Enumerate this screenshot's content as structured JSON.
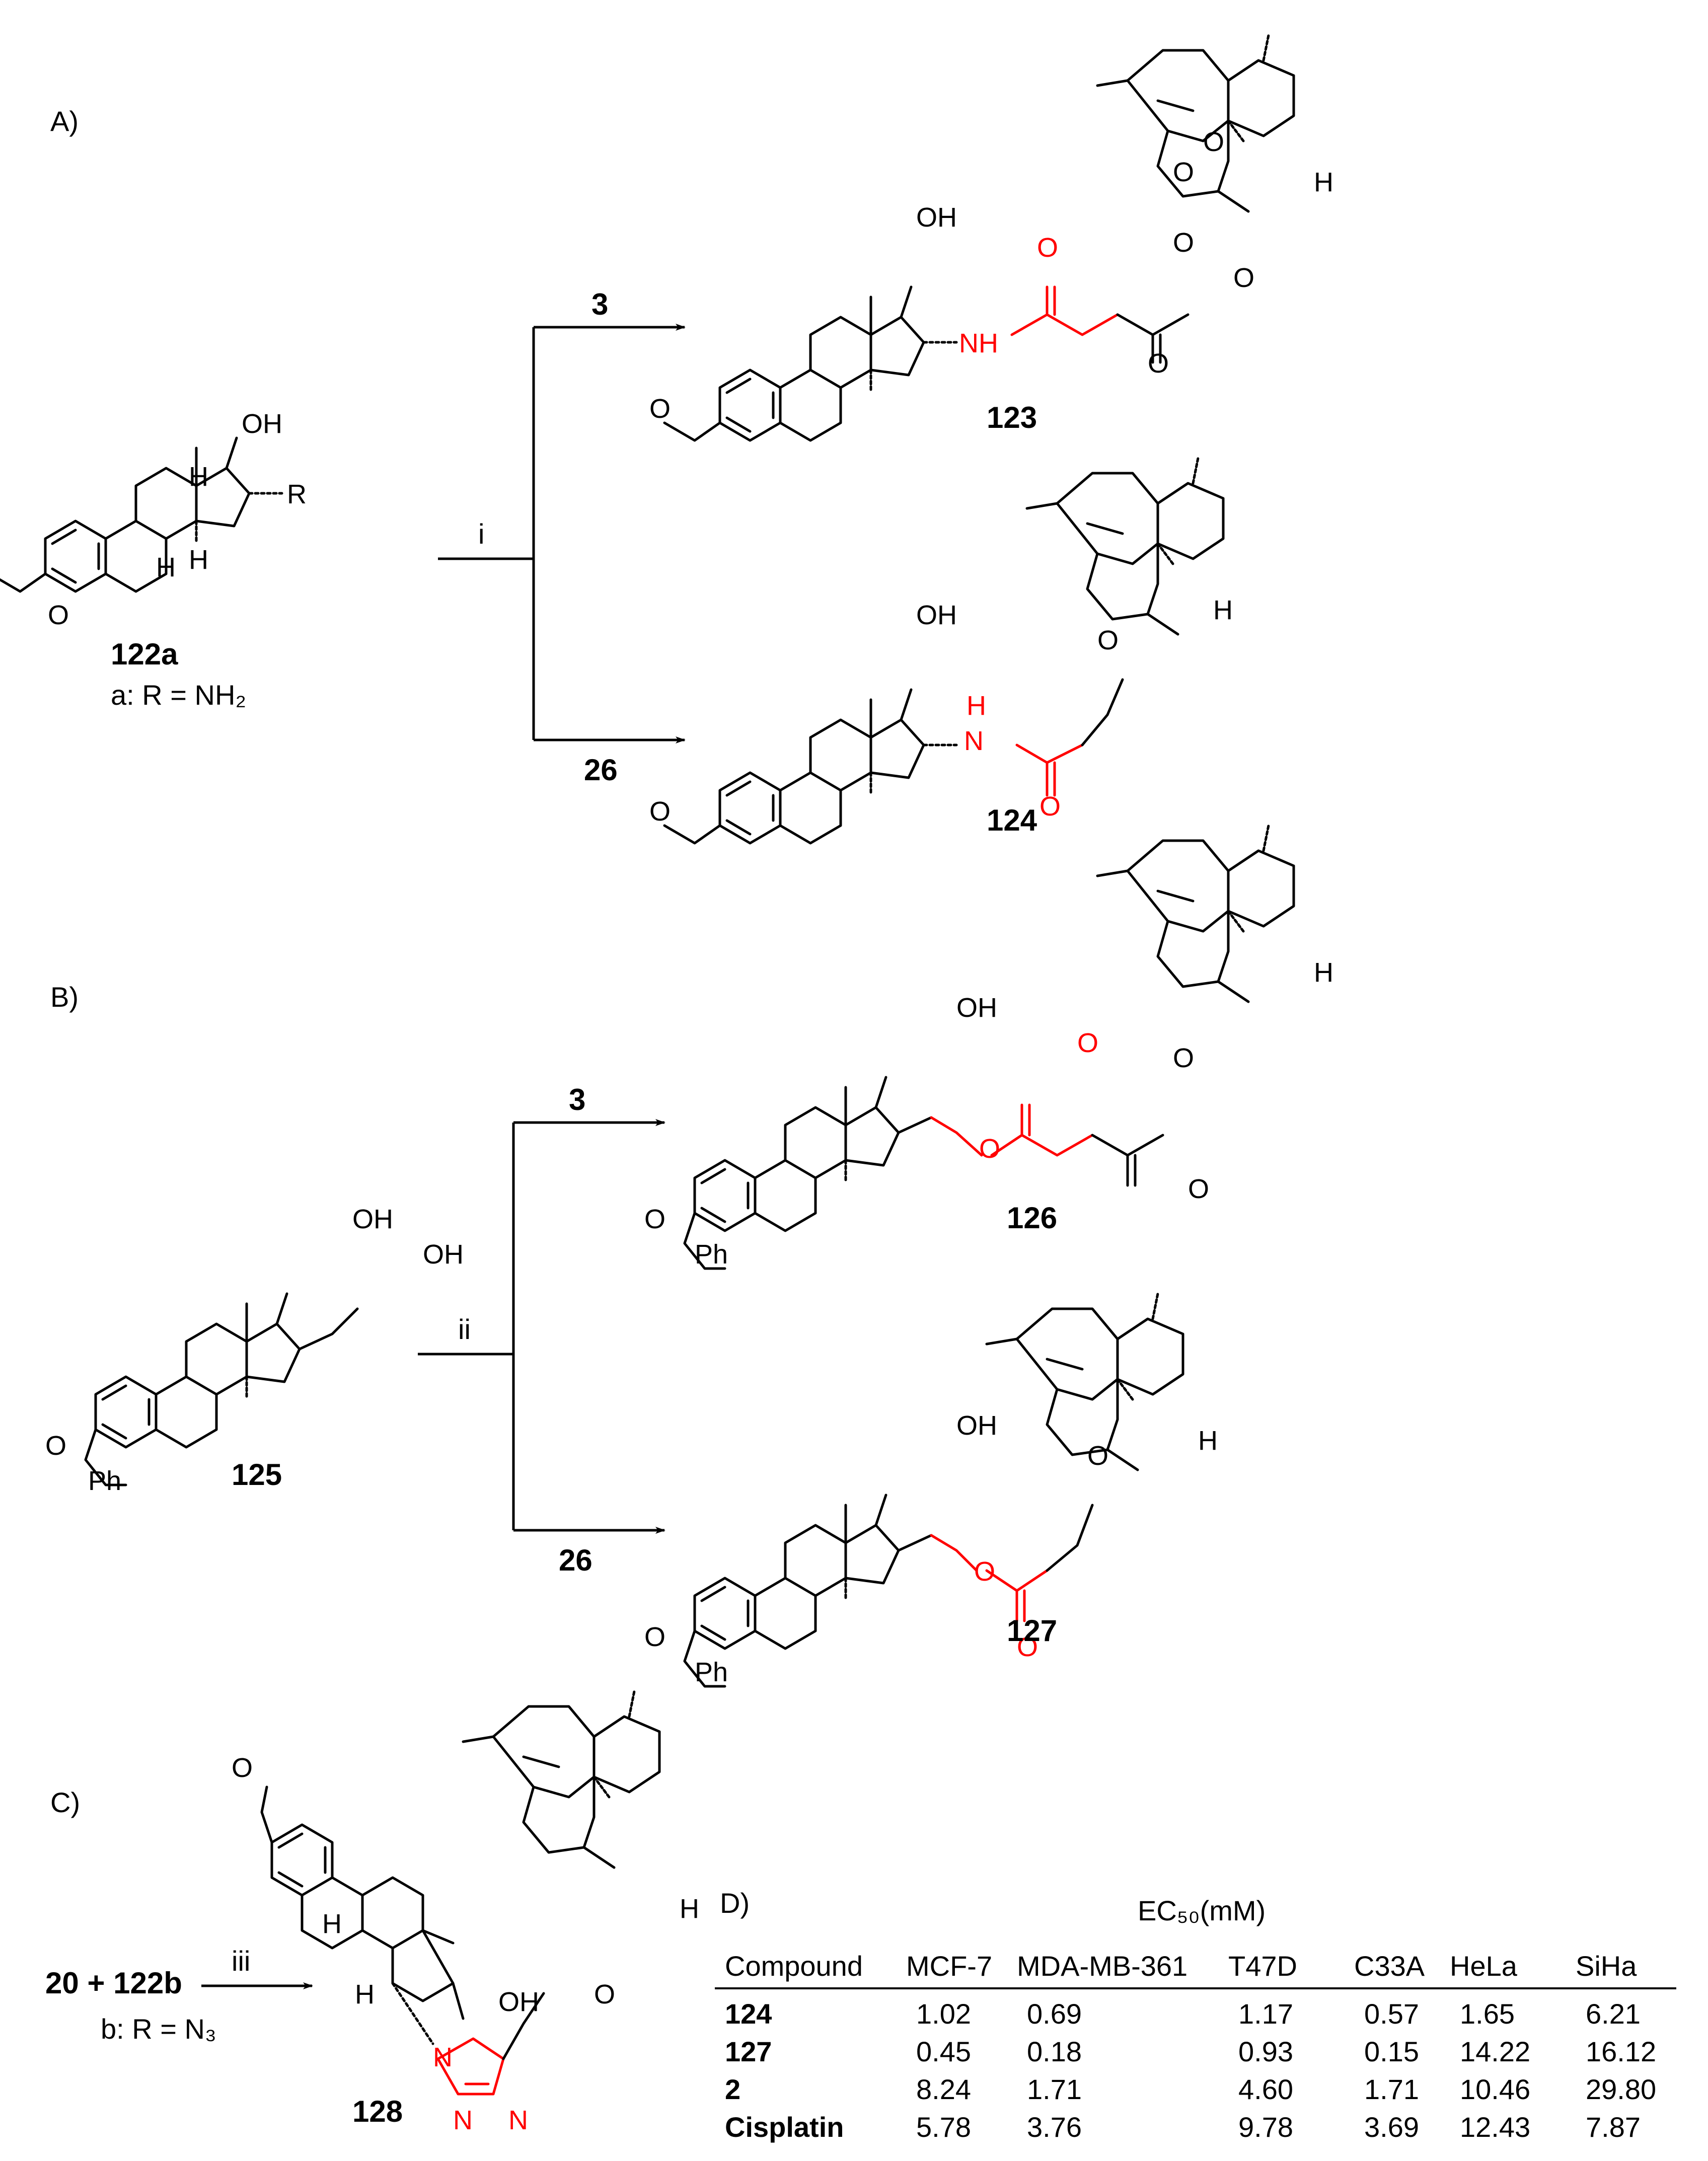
{
  "panels": {
    "a": "A)",
    "b": "B)",
    "c": "C)",
    "d": "D)"
  },
  "compounds": {
    "c122a": "122a",
    "c122a_def": "a: R = NH₂",
    "c123": "123",
    "c124": "124",
    "c125": "125",
    "c126": "126",
    "c127": "127",
    "c128": "128",
    "c122b_def": "b: R = N₃",
    "reaction_c": "20 + 122b"
  },
  "reagents": {
    "i": "i",
    "ii": "ii",
    "iii": "iii",
    "r3_a": "3",
    "r26_a": "26",
    "r3_b": "3",
    "r26_b": "26"
  },
  "atoms": {
    "oh": "OH",
    "h": "H",
    "o": "O",
    "r": "R",
    "nh": "NH",
    "n": "N",
    "ph": "Ph"
  },
  "table": {
    "header_group": "EC₅₀(mM)",
    "columns": [
      "Compound",
      "MCF-7",
      "MDA-MB-361",
      "T47D",
      "C33A",
      "HeLa",
      "SiHa"
    ],
    "rows": [
      {
        "compound": "124",
        "values": [
          "1.02",
          "0.69",
          "1.17",
          "0.57",
          "1.65",
          "6.21"
        ]
      },
      {
        "compound": "127",
        "values": [
          "0.45",
          "0.18",
          "0.93",
          "0.15",
          "14.22",
          "16.12"
        ]
      },
      {
        "compound": "2",
        "values": [
          "8.24",
          "1.71",
          "4.60",
          "1.71",
          "10.46",
          "29.80"
        ]
      },
      {
        "compound": "Cisplatin",
        "values": [
          "5.78",
          "3.76",
          "9.78",
          "3.69",
          "12.43",
          "7.87"
        ]
      }
    ]
  }
}
